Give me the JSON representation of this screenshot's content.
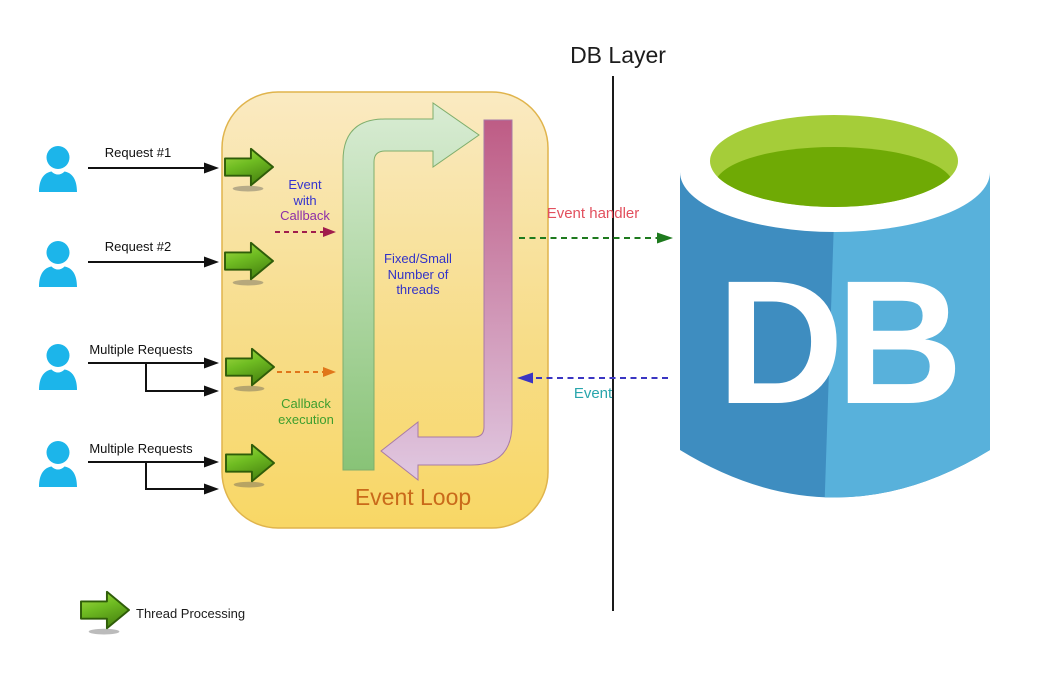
{
  "db_layer": {
    "title": "DB Layer"
  },
  "requests": {
    "items": [
      {
        "label": "Request #1"
      },
      {
        "label": "Request #2"
      },
      {
        "label": "Multiple Requests"
      },
      {
        "label": "Multiple Requests"
      }
    ]
  },
  "event_loop": {
    "title": "Event Loop",
    "event_with": "Event with",
    "callback": "Callback",
    "threads_note": "Fixed/Small Number of threads",
    "callback_execution": "Callback execution"
  },
  "flows": {
    "event_handler": "Event handler",
    "event": "Event"
  },
  "db": {
    "label": "DB"
  },
  "legend": {
    "label": "Thread Processing"
  },
  "icons": {
    "user": "user-icon",
    "thread_arrow": "thread-arrow-icon"
  },
  "colors": {
    "user_icon": "#1CB5EA",
    "thread_arrow_light": "#A9DC48",
    "thread_arrow_dark": "#4C8A12",
    "box_fill_top": "#FAEAC2",
    "box_fill_bottom": "#F8D765",
    "box_border": "#E0B44C",
    "loop_green_dark": "#88C377",
    "loop_green_light": "#D9ECD4",
    "loop_pink_dark": "#BE5C85",
    "loop_pink_light": "#E0C8E1",
    "event_with_text": "#3534CE",
    "callback_text": "#8C2DA8",
    "threads_text": "#3232C8",
    "callback_exec_text": "#3E9E2E",
    "event_loop_text": "#C96A1A",
    "event_handler_text": "#E2505E",
    "event_text": "#28A5AC",
    "dashed_crimson": "#A01C4C",
    "dashed_orange": "#E0761A",
    "dashed_green": "#1E7A1E",
    "dashed_navy": "#3A35C2",
    "db_body_left": "#3E8DC0",
    "db_body_right": "#58B1DB",
    "db_top_green": "#A5CD39",
    "db_top_dark_green": "#6FAA05"
  }
}
